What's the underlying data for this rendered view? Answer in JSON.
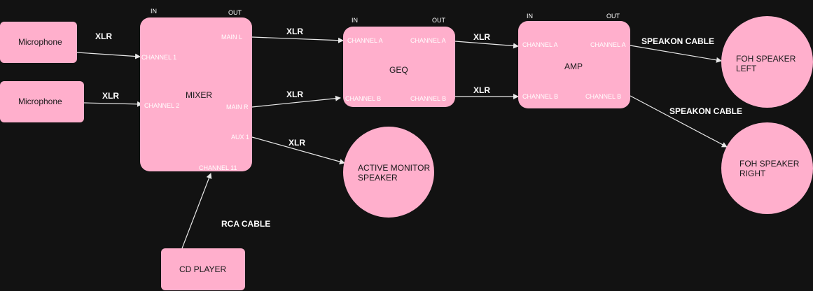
{
  "nodes": {
    "mic1": {
      "label": "Microphone"
    },
    "mic2": {
      "label": "Microphone"
    },
    "mixer": {
      "label": "MIXER",
      "in": "IN",
      "out": "OUT",
      "ports": {
        "ch1": "CHANNEL 1",
        "ch2": "CHANNEL 2",
        "main_l": "MAIN L",
        "main_r": "MAIN R",
        "aux1": "AUX 1",
        "ch11": "CHANNEL 11"
      }
    },
    "geq": {
      "label": "GEQ",
      "in": "IN",
      "out": "OUT",
      "ports": {
        "in_a": "CHANNEL A",
        "out_a": "CHANNEL A",
        "in_b": "CHANNEL B",
        "out_b": "CHANNEL B"
      }
    },
    "amp": {
      "label": "AMP",
      "in": "IN",
      "out": "OUT",
      "ports": {
        "in_a": "CHANNEL A",
        "out_a": "CHANNEL A",
        "in_b": "CHANNEL B",
        "out_b": "CHANNEL B"
      }
    },
    "cd": {
      "label": "CD PLAYER"
    },
    "monitor": {
      "label": "ACTIVE MONITOR SPEAKER"
    },
    "foh_left": {
      "label": "FOH SPEAKER LEFT"
    },
    "foh_right": {
      "label": "FOH SPEAKER RIGHT"
    }
  },
  "connections": {
    "mic1_mixer": "XLR",
    "mic2_mixer": "XLR",
    "mixer_geq_a": "XLR",
    "mixer_geq_b": "XLR",
    "mixer_monitor": "XLR",
    "geq_amp_a": "XLR",
    "geq_amp_b": "XLR",
    "cd_mixer": "RCA CABLE",
    "amp_left": "SPEAKON CABLE",
    "amp_right": "SPEAKON CABLE"
  },
  "colors": {
    "node_fill": "#ffafcc",
    "background": "#121212",
    "line": "#e8e8e8"
  }
}
